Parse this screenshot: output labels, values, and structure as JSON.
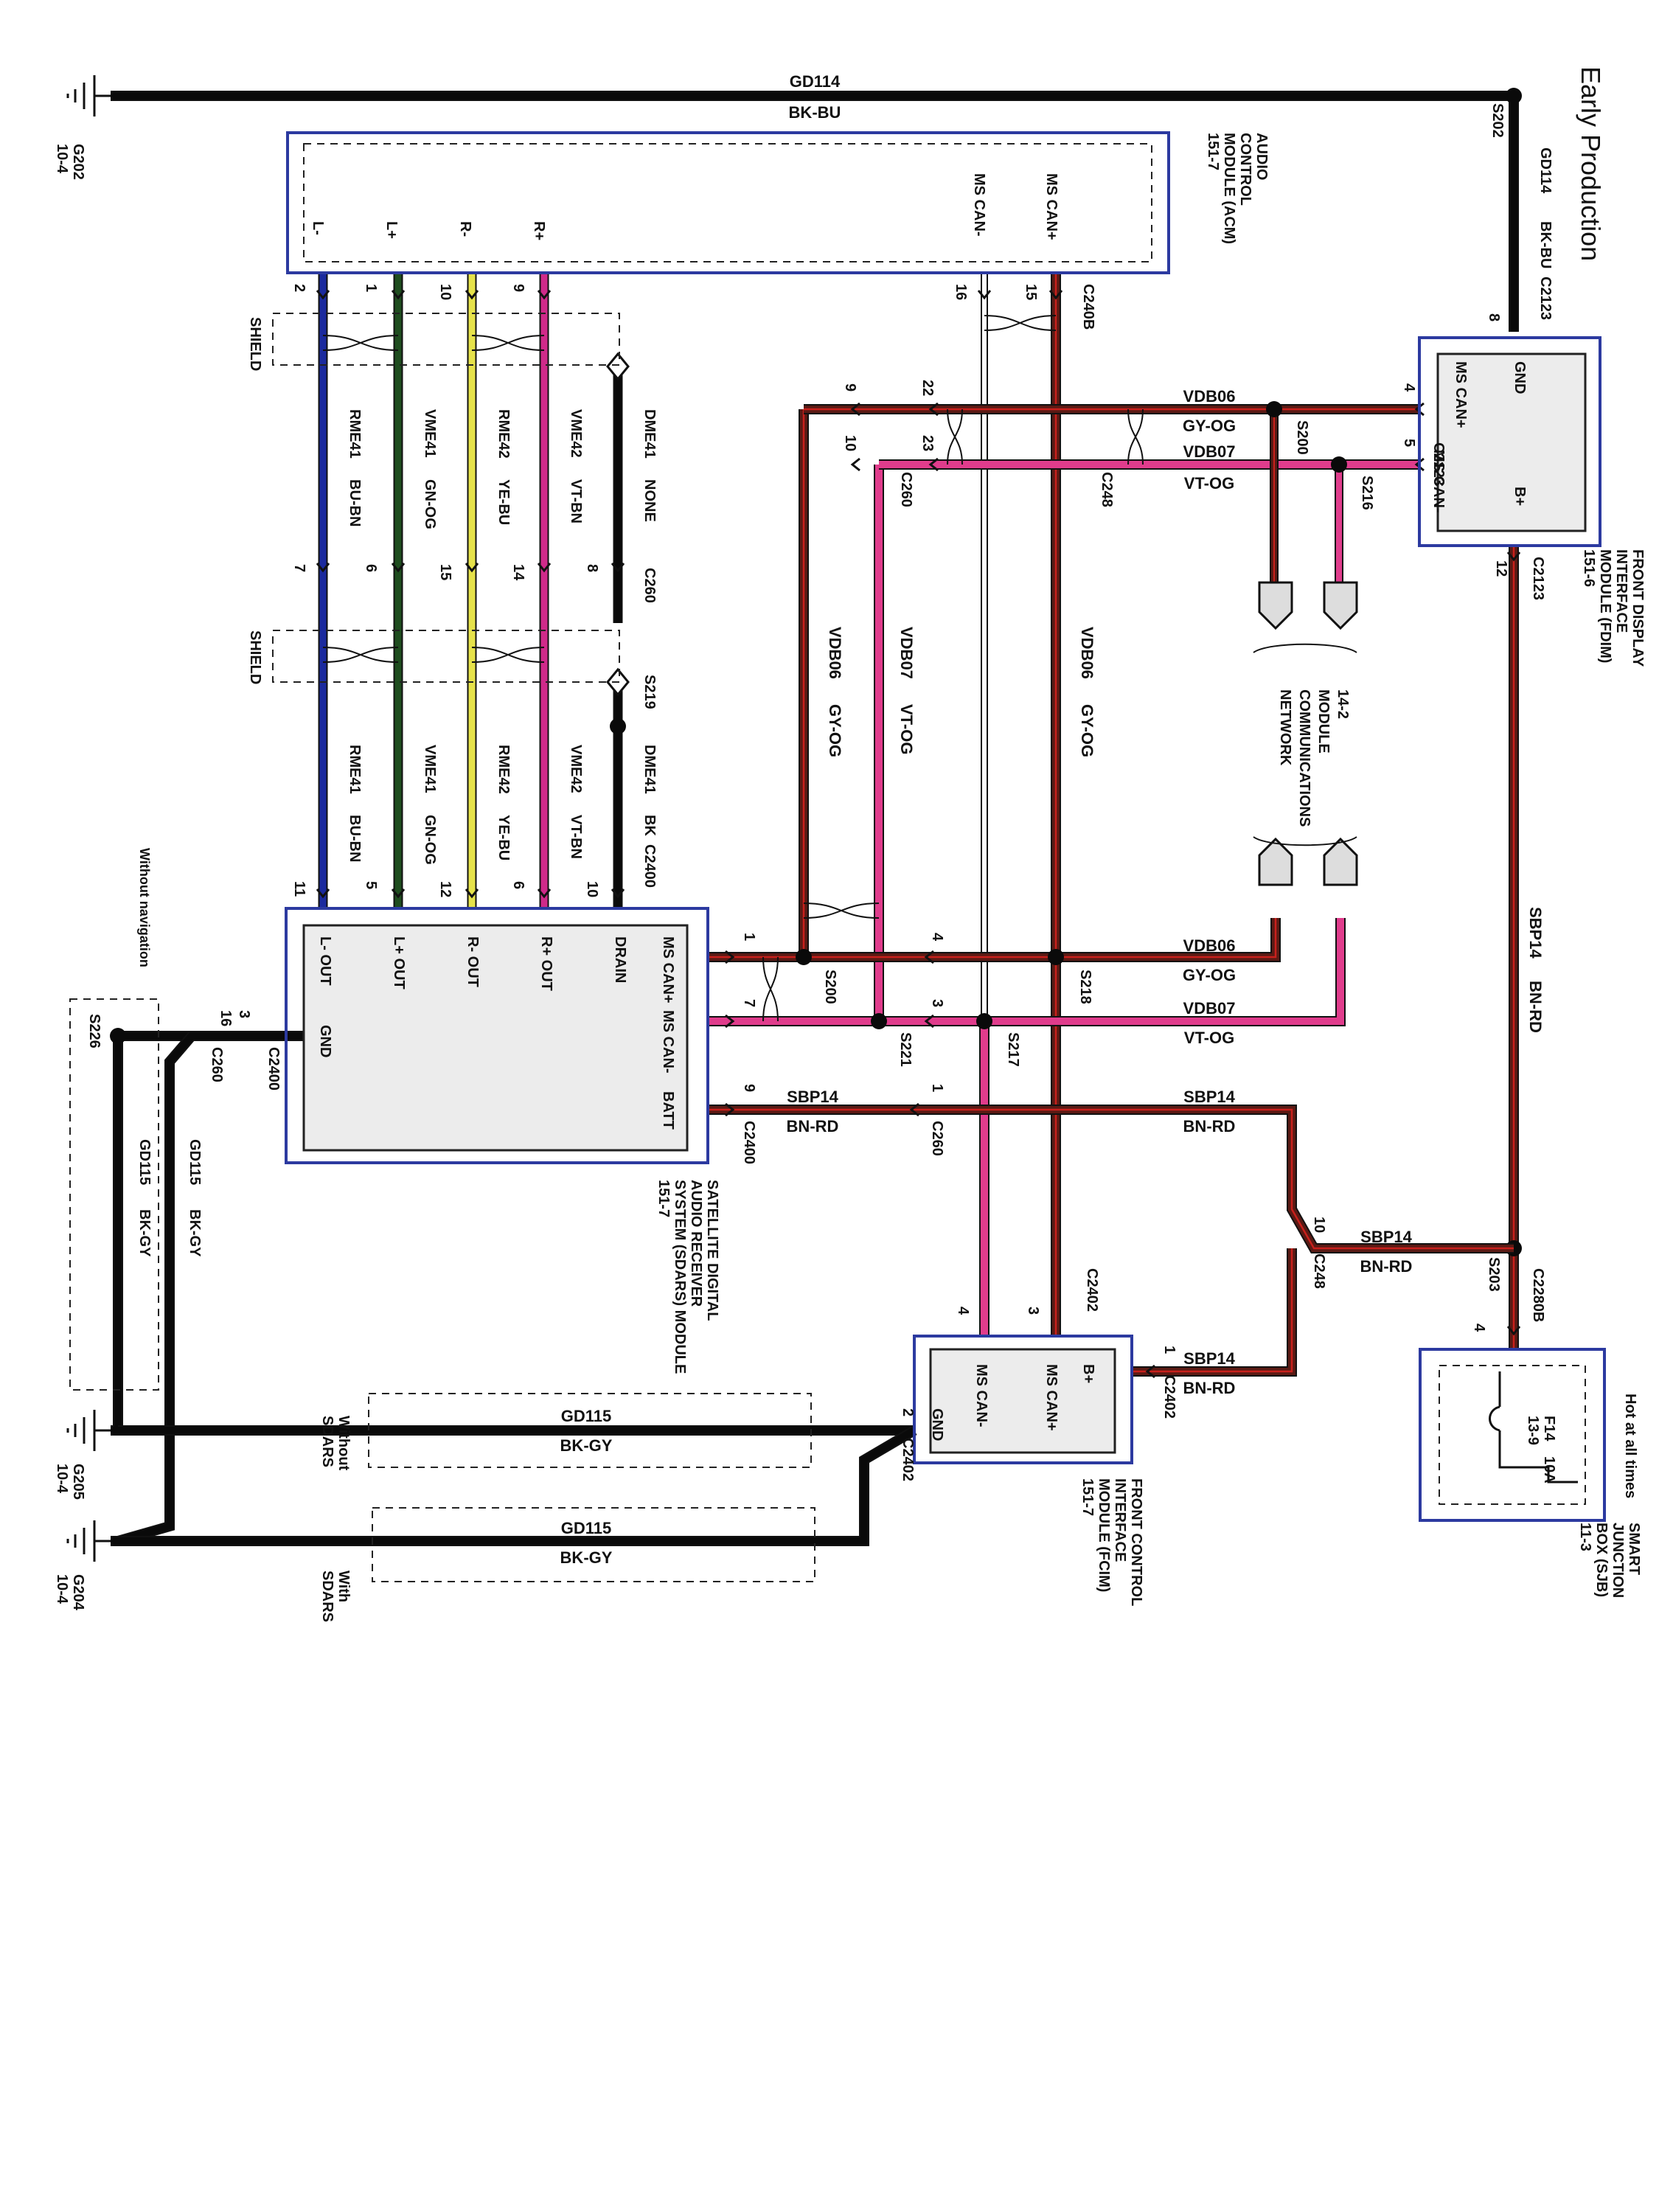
{
  "title": "Early Production",
  "colors": {
    "black": "#0a0a0a",
    "blue": "#1b2a9e",
    "green": "#1f4d1f",
    "yellow": "#e6e24a",
    "violet": "#d02a8a",
    "pink": "#e03c8c",
    "brown": "#5a1a14",
    "red": "#c8201c",
    "module_border": "#2c3aa0",
    "module_fill": "#ececec"
  },
  "top_ground": {
    "circuit": "GD114",
    "color": "BK-BU",
    "ground": "G202",
    "ground_ref": "10-4",
    "splice": "S202"
  },
  "fdim_feed": {
    "circuit": "GD114",
    "color": "BK-BU",
    "connector": "C2123",
    "pin": "8"
  },
  "modules": {
    "acm": {
      "name_lines": [
        "AUDIO",
        "CONTROL",
        "MODULE (ACM)",
        "151-7"
      ],
      "pins": [
        "MS CAN+",
        "MS CAN-",
        "R+",
        "R-",
        "L+",
        "L-"
      ]
    },
    "fdim": {
      "name_lines": [
        "FRONT DISPLAY",
        "INTERFACE",
        "MODULE (FDIM)",
        "151-6"
      ],
      "pins": [
        "GND",
        "MS CAN+",
        "MS CAN-",
        "B+"
      ]
    },
    "sdars": {
      "name_lines": [
        "SATELLITE DIGITAL",
        "AUDIO RECEIVER",
        "SYSTEM (SDARS) MODULE",
        "151-7"
      ],
      "pins": [
        "DRAIN",
        "R+ OUT",
        "R- OUT",
        "L+ OUT",
        "L- OUT",
        "GND",
        "MS CAN+",
        "MS CAN-",
        "BATT"
      ]
    },
    "fcim": {
      "name_lines": [
        "FRONT CONTROL",
        "INTERFACE",
        "MODULE (FCIM)",
        "151-7"
      ],
      "pins": [
        "B+",
        "MS CAN+",
        "MS CAN-",
        "GND"
      ]
    },
    "sjb": {
      "name_lines": [
        "SMART",
        "JUNCTION",
        "BOX (SJB)",
        "11-3"
      ],
      "note": "Hot at all times",
      "fuse": "F14",
      "fuse_rating": "10A",
      "fuse_ref": "13-9"
    }
  },
  "connectors": {
    "c2123": "C2123",
    "c2408": "C240B",
    "c248": "C248",
    "c260": "C260",
    "c2400": "C2400",
    "c2402": "C2402",
    "c2280b": "C2280B"
  },
  "splices": [
    "S200",
    "S216",
    "S218",
    "S217",
    "S221",
    "S219",
    "S226",
    "S203"
  ],
  "wires": {
    "vdb06": {
      "circuit": "VDB06",
      "color": "GY-OG"
    },
    "vdb07": {
      "circuit": "VDB07",
      "color": "VT-OG"
    },
    "sbp14": {
      "circuit": "SBP14",
      "color": "BN-RD"
    },
    "rme41": {
      "circuit": "RME41",
      "color": "BU-BN"
    },
    "vme41": {
      "circuit": "VME41",
      "color": "GN-OG"
    },
    "rme42": {
      "circuit": "RME42",
      "color": "YE-BU"
    },
    "vme42": {
      "circuit": "VME42",
      "color": "VT-BN"
    },
    "dme41": {
      "circuit": "DME41",
      "color_top": "NONE",
      "color_bottom": "BK"
    },
    "gd115": {
      "circuit": "GD115",
      "color": "BK-GY"
    }
  },
  "labels": {
    "shield": "SHIELD",
    "network": [
      "14-2",
      "MODULE",
      "COMMUNICATIONS",
      "NETWORK"
    ],
    "without_navigation": "Without navigation",
    "without_sdars": [
      "Without",
      "SDARS"
    ],
    "with_sdars": [
      "With",
      "SDARS"
    ],
    "g205": "G205",
    "g204": "G204",
    "ground_ref": "10-4"
  },
  "pin_numbers": {
    "acm": [
      "2",
      "1",
      "10",
      "9",
      "16",
      "15"
    ],
    "c260_mid": [
      "7",
      "6",
      "15",
      "14",
      "8"
    ],
    "c2400_top": [
      "11",
      "5",
      "12",
      "6",
      "10"
    ],
    "fdim_side": [
      "4",
      "5",
      "12"
    ],
    "c248_left": [
      "9",
      "10",
      "22",
      "23"
    ],
    "sdars_right": [
      "1",
      "7",
      "9",
      "4",
      "3",
      "1"
    ],
    "sdars_gnd": [
      "3",
      "16"
    ],
    "fcim": [
      "4",
      "3",
      "1",
      "2"
    ],
    "c248_sbp": "10",
    "sjb_pin": "4"
  }
}
